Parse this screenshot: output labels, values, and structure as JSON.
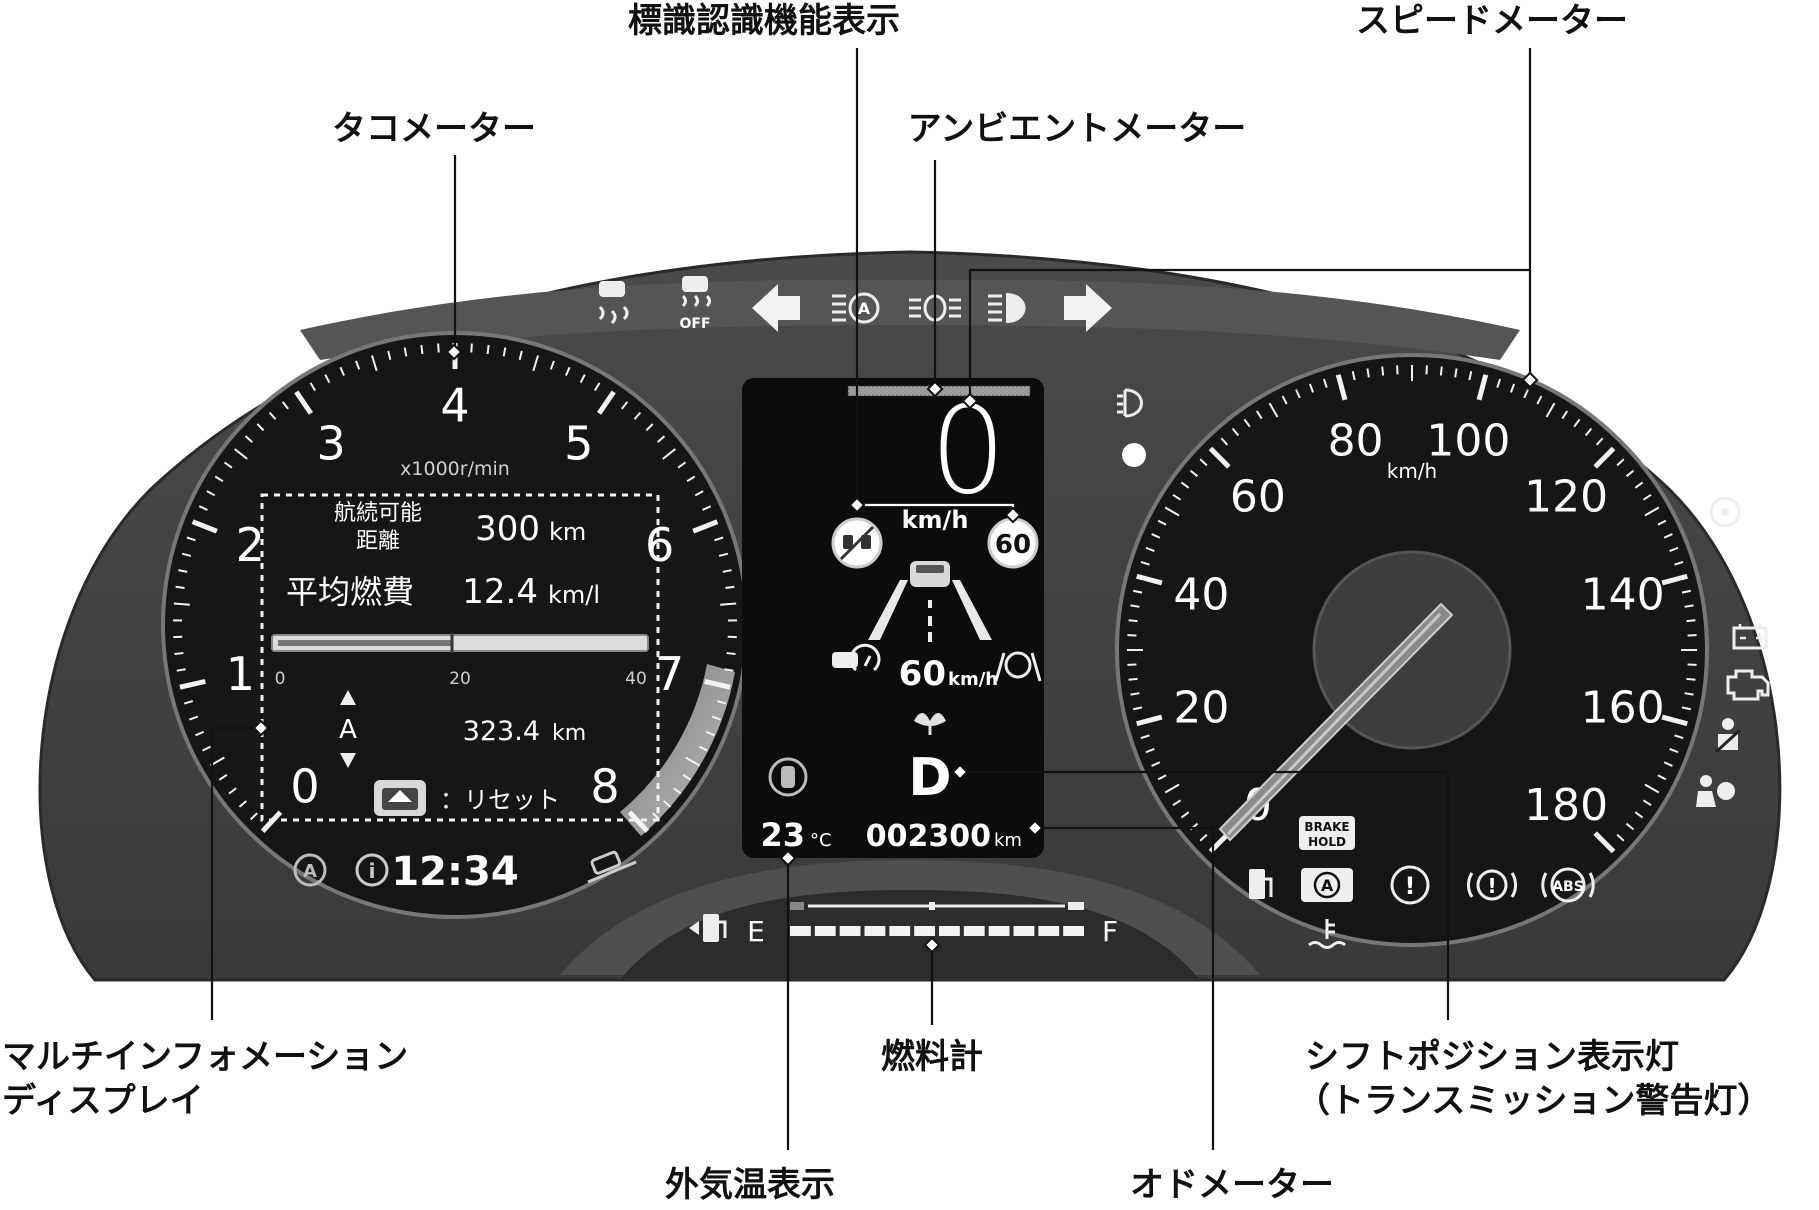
{
  "callouts": {
    "sign_recognition": "標識認識機能表示",
    "speedometer": "スピードメーター",
    "tachometer": "タコメーター",
    "ambient_meter": "アンビエントメーター",
    "mid_line1": "マルチインフォメーション",
    "mid_line2": "ディスプレイ",
    "fuel_gauge": "燃料計",
    "shift_line1": "シフトポジション表示灯",
    "shift_line2": "（トランスミッション警告灯）",
    "outside_temp": "外気温表示",
    "odometer": "オドメーター"
  },
  "tachometer": {
    "unit": "x1000r/min",
    "ticks": [
      "0",
      "1",
      "2",
      "3",
      "4",
      "5",
      "6",
      "7",
      "8"
    ]
  },
  "speedometer": {
    "unit": "km/h",
    "ticks": [
      "0",
      "20",
      "40",
      "60",
      "80",
      "100",
      "120",
      "140",
      "160",
      "180"
    ]
  },
  "mid": {
    "range_label_1": "航続可能",
    "range_label_2": "距離",
    "range_value": "300",
    "range_unit": "km",
    "avg_label": "平均燃費",
    "avg_value": "12.4",
    "avg_unit": "km/l",
    "scale_0": "0",
    "scale_20": "20",
    "scale_40": "40",
    "trip_name": "A",
    "trip_value": "323.4",
    "trip_unit": "km",
    "reset_text": "：リセット",
    "clock": "12:34"
  },
  "center": {
    "speed": "0",
    "speed_unit": "km/h",
    "sign_limit": "60",
    "acc_speed": "60",
    "acc_unit": "km/h",
    "gear": "D",
    "temp": "23",
    "temp_unit": "°C",
    "odo": "002300",
    "odo_unit": "km"
  },
  "fuel": {
    "empty": "E",
    "full": "F",
    "level": 1.0
  },
  "indicators": {
    "off_label": "OFF",
    "brake_hold_1": "BRAKE",
    "brake_hold_2": "HOLD",
    "abs": "ABS"
  }
}
